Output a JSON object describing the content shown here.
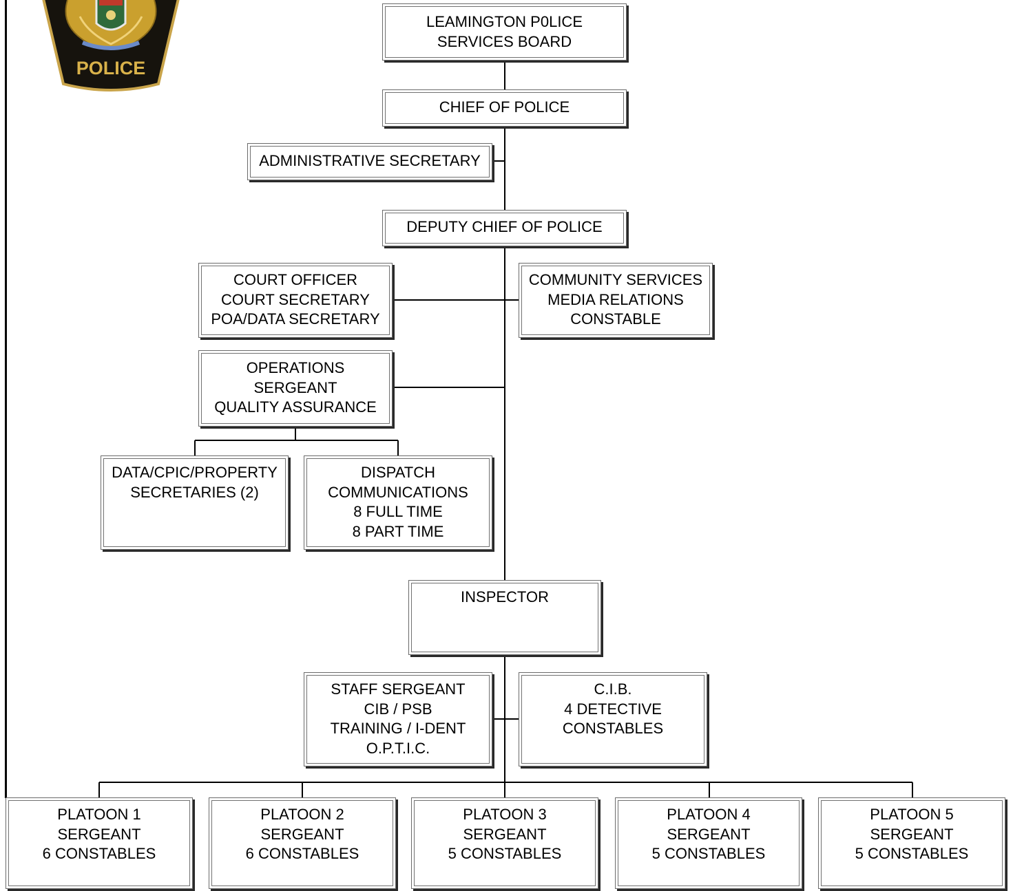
{
  "logo": {
    "text": "POLICE"
  },
  "org_chart": {
    "board": {
      "lines": [
        "LEAMINGTON P0LICE",
        "SERVICES BOARD"
      ]
    },
    "chief": {
      "lines": [
        "CHIEF OF POLICE"
      ]
    },
    "admin": {
      "lines": [
        "ADMINISTRATIVE SECRETARY"
      ]
    },
    "deputy": {
      "lines": [
        "DEPUTY CHIEF OF POLICE"
      ]
    },
    "court": {
      "lines": [
        "COURT OFFICER",
        "COURT SECRETARY",
        "POA/DATA SECRETARY"
      ]
    },
    "community": {
      "lines": [
        "COMMUNITY SERVICES",
        "MEDIA RELATIONS",
        "CONSTABLE"
      ]
    },
    "operations": {
      "lines": [
        "OPERATIONS",
        "SERGEANT",
        "QUALITY ASSURANCE"
      ]
    },
    "data": {
      "lines": [
        "DATA/CPIC/PROPERTY",
        "SECRETARIES (2)"
      ]
    },
    "dispatch": {
      "lines": [
        "DISPATCH",
        "COMMUNICATIONS",
        "8 FULL TIME",
        "8 PART TIME"
      ]
    },
    "inspector": {
      "lines": [
        "INSPECTOR"
      ]
    },
    "staff_sgt": {
      "lines": [
        "STAFF SERGEANT",
        "CIB / PSB",
        "TRAINING / I-DENT",
        "O.P.T.I.C."
      ]
    },
    "cib": {
      "lines": [
        "C.I.B.",
        "4 DETECTIVE",
        "CONSTABLES"
      ]
    },
    "platoons": [
      {
        "lines": [
          "PLATOON 1",
          "SERGEANT",
          "6 CONSTABLES"
        ]
      },
      {
        "lines": [
          "PLATOON 2",
          "SERGEANT",
          "6 CONSTABLES"
        ]
      },
      {
        "lines": [
          "PLATOON 3",
          "SERGEANT",
          "5 CONSTABLES"
        ]
      },
      {
        "lines": [
          "PLATOON 4",
          "SERGEANT",
          "5 CONSTABLES"
        ]
      },
      {
        "lines": [
          "PLATOON 5",
          "SERGEANT",
          "5 CONSTABLES"
        ]
      }
    ]
  }
}
